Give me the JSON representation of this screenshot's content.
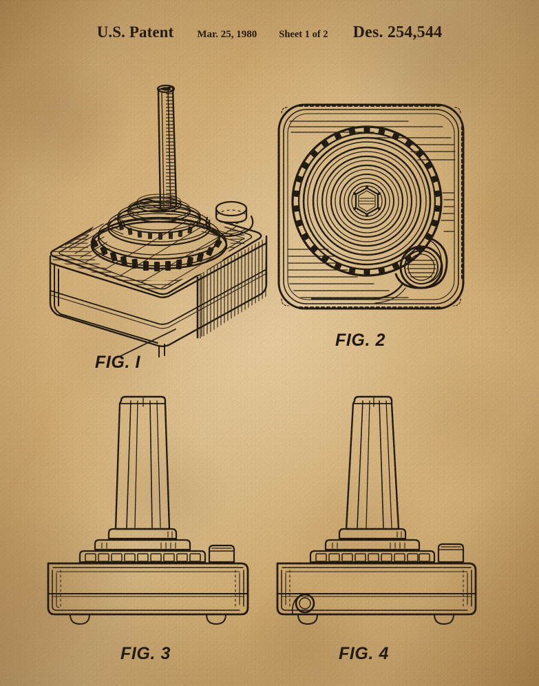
{
  "document": {
    "kind": "design-patent-drawing-sheet",
    "background_color": "#cfa96e",
    "ink_color": "#17110a"
  },
  "header": {
    "office": "U.S. Patent",
    "date": "Mar. 25, 1980",
    "sheet": "Sheet 1 of 2",
    "patent_number": "Des. 254,544"
  },
  "figures": [
    {
      "id": "fig1",
      "label": "FIG. I",
      "view": "perspective view of joystick controller",
      "features": [
        "upright hexagonal stick",
        "concentric ringed boss",
        "serrated collar",
        "square housing",
        "round fire button"
      ]
    },
    {
      "id": "fig2",
      "label": "FIG. 2",
      "view": "top plan view",
      "features": [
        "rounded-square housing",
        "segmented outer ring",
        "concentric circles",
        "hexagonal stick section",
        "fire button circle"
      ]
    },
    {
      "id": "fig3",
      "label": "FIG. 3",
      "view": "side elevation view",
      "features": [
        "tapered stick",
        "stepped boss",
        "serrated band",
        "housing body",
        "corner feet"
      ]
    },
    {
      "id": "fig4",
      "label": "FIG. 4",
      "view": "opposite side elevation view",
      "features": [
        "tapered stick",
        "stepped boss",
        "serrated band",
        "housing body",
        "cable grommet hole",
        "corner feet"
      ]
    }
  ]
}
